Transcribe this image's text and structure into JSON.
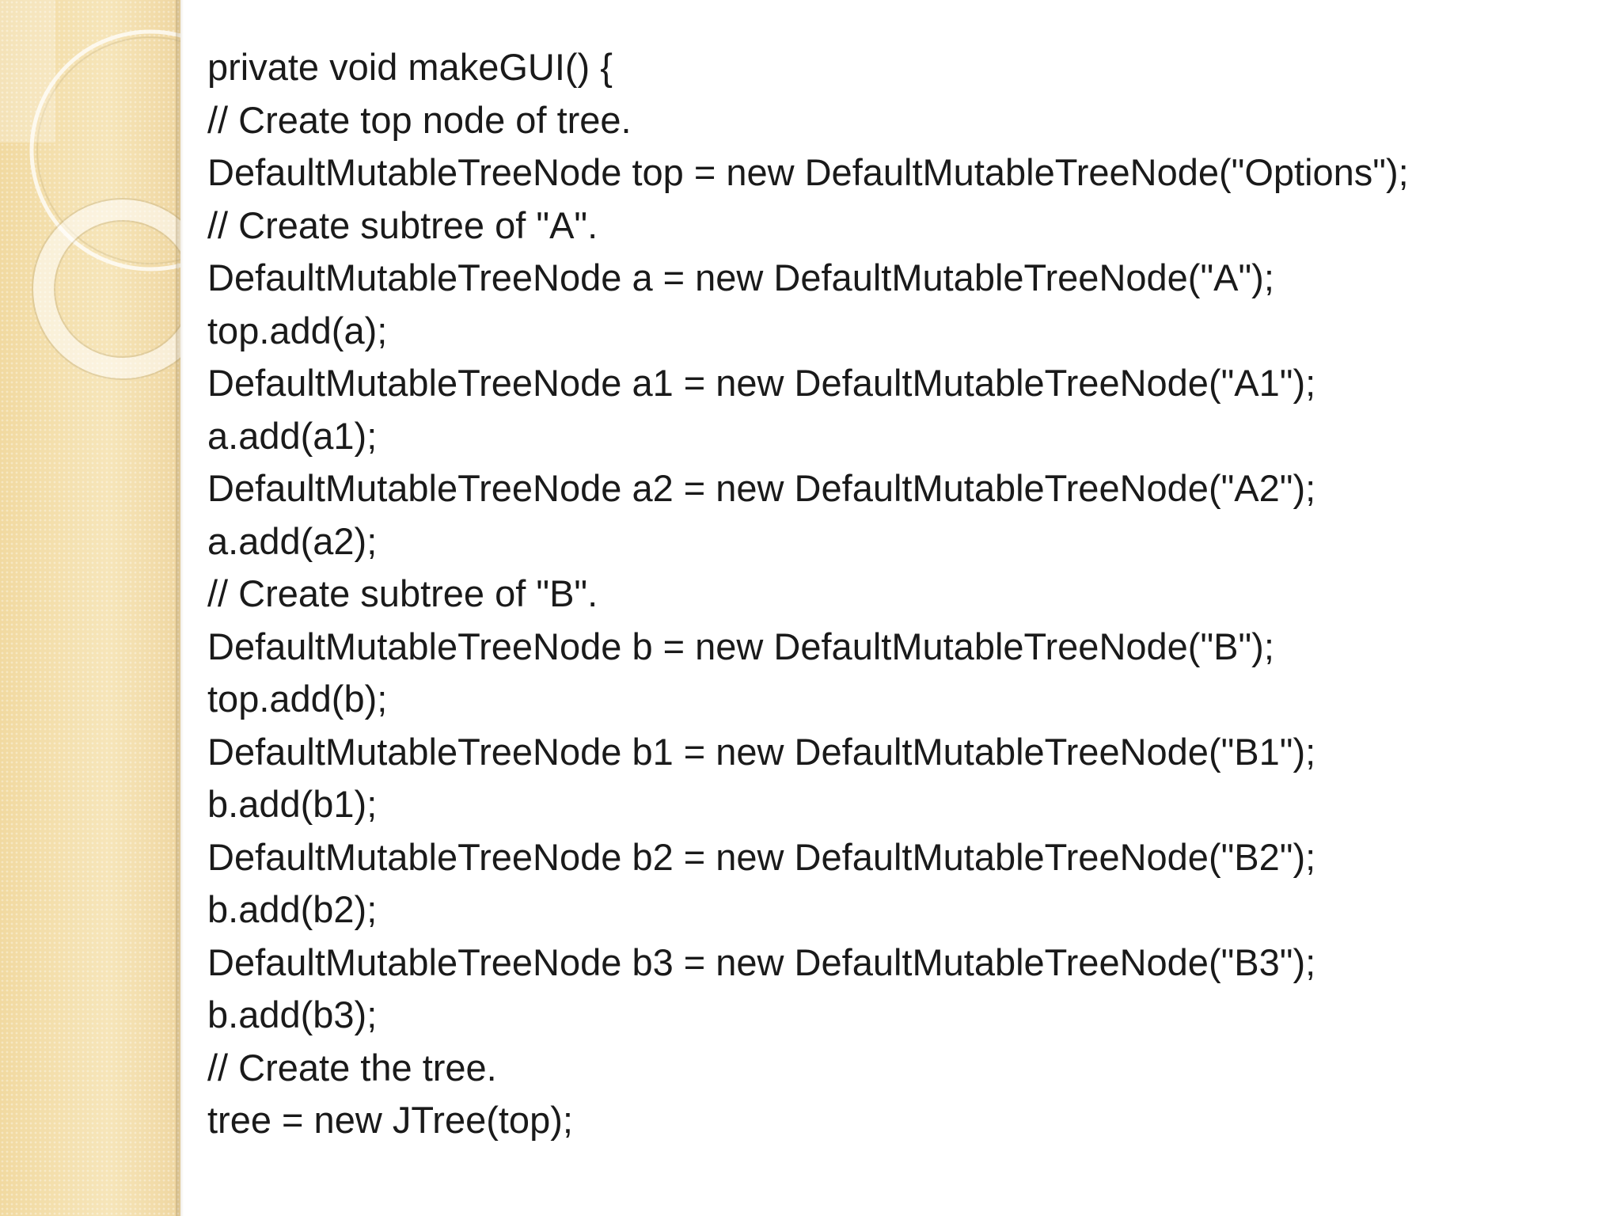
{
  "slide": {
    "lines": [
      "private void makeGUI() {",
      "// Create top node of tree.",
      "DefaultMutableTreeNode top = new DefaultMutableTreeNode(\"Options\");",
      "// Create subtree of \"A\".",
      "DefaultMutableTreeNode a = new DefaultMutableTreeNode(\"A\");",
      "top.add(a);",
      "DefaultMutableTreeNode a1 = new DefaultMutableTreeNode(\"A1\");",
      "a.add(a1);",
      "DefaultMutableTreeNode a2 = new DefaultMutableTreeNode(\"A2\");",
      "a.add(a2);",
      "// Create subtree of \"B\".",
      "DefaultMutableTreeNode b = new DefaultMutableTreeNode(\"B\");",
      "top.add(b);",
      "DefaultMutableTreeNode b1 = new DefaultMutableTreeNode(\"B1\");",
      "b.add(b1);",
      "DefaultMutableTreeNode b2 = new DefaultMutableTreeNode(\"B2\");",
      "b.add(b2);",
      "DefaultMutableTreeNode b3 = new DefaultMutableTreeNode(\"B3\");",
      "b.add(b3);",
      "// Create the tree.",
      "tree = new JTree(top);"
    ]
  },
  "theme": {
    "panel_color": "#f3deaa",
    "text_color": "#1a1a1a",
    "background": "#ffffff"
  }
}
